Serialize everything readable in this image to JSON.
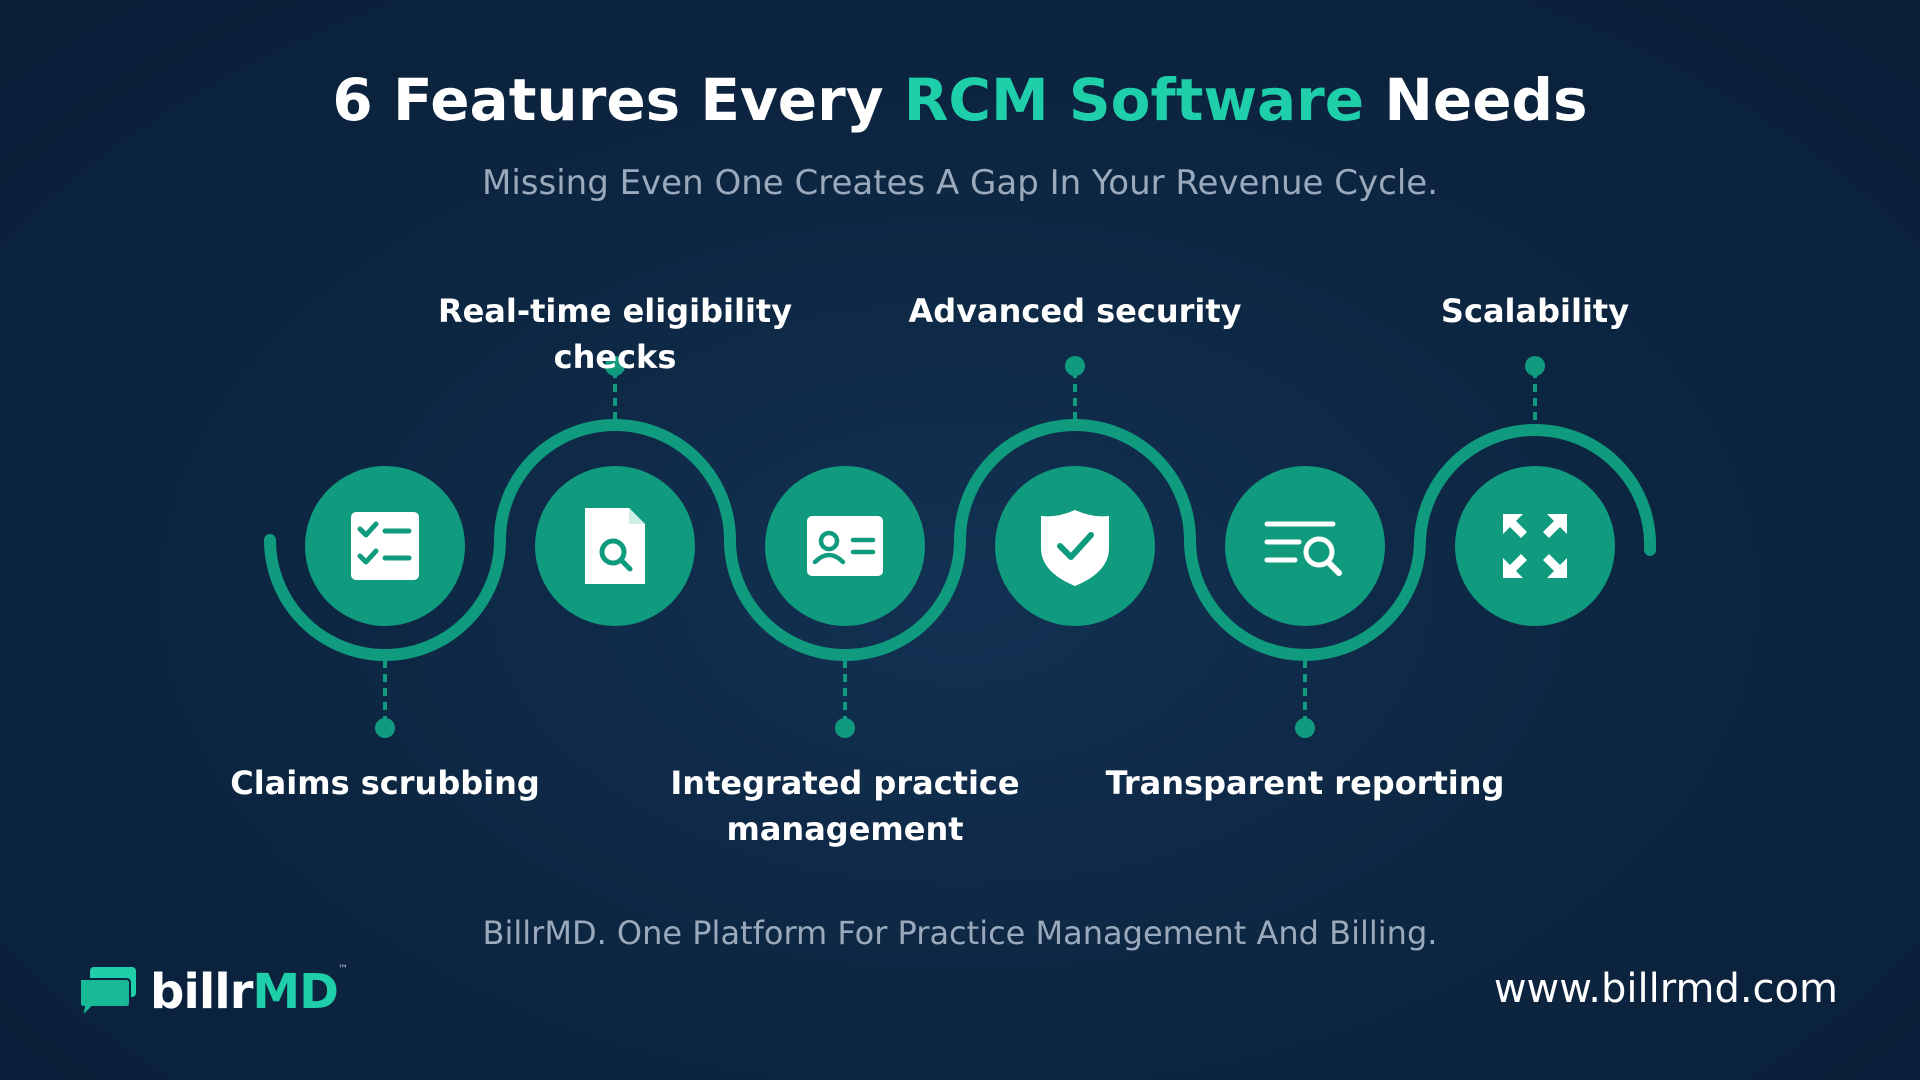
{
  "header": {
    "title_prefix": "6 Features Every ",
    "title_accent": "RCM Software",
    "title_suffix": " Needs",
    "subtitle": "Missing Even One Creates A Gap In Your Revenue Cycle."
  },
  "features": [
    {
      "label": "Claims scrubbing",
      "icon": "checklist-icon"
    },
    {
      "label": "Real-time eligibility checks",
      "icon": "document-search-icon"
    },
    {
      "label": "Integrated practice management",
      "icon": "id-card-icon"
    },
    {
      "label": "Advanced security",
      "icon": "shield-check-icon"
    },
    {
      "label": "Transparent reporting",
      "icon": "list-search-icon"
    },
    {
      "label": "Scalability",
      "icon": "expand-arrows-icon"
    }
  ],
  "footer": {
    "tagline": "BillrMD. One Platform For Practice Management And Billing.",
    "logo_text_a": "billr",
    "logo_text_b": "MD",
    "logo_tm": "™",
    "website": "www.billrmd.com"
  },
  "colors": {
    "background": "#0c2440",
    "accent": "#1fcfa9",
    "node": "#109a7e",
    "muted_text": "#9aa9bb"
  }
}
